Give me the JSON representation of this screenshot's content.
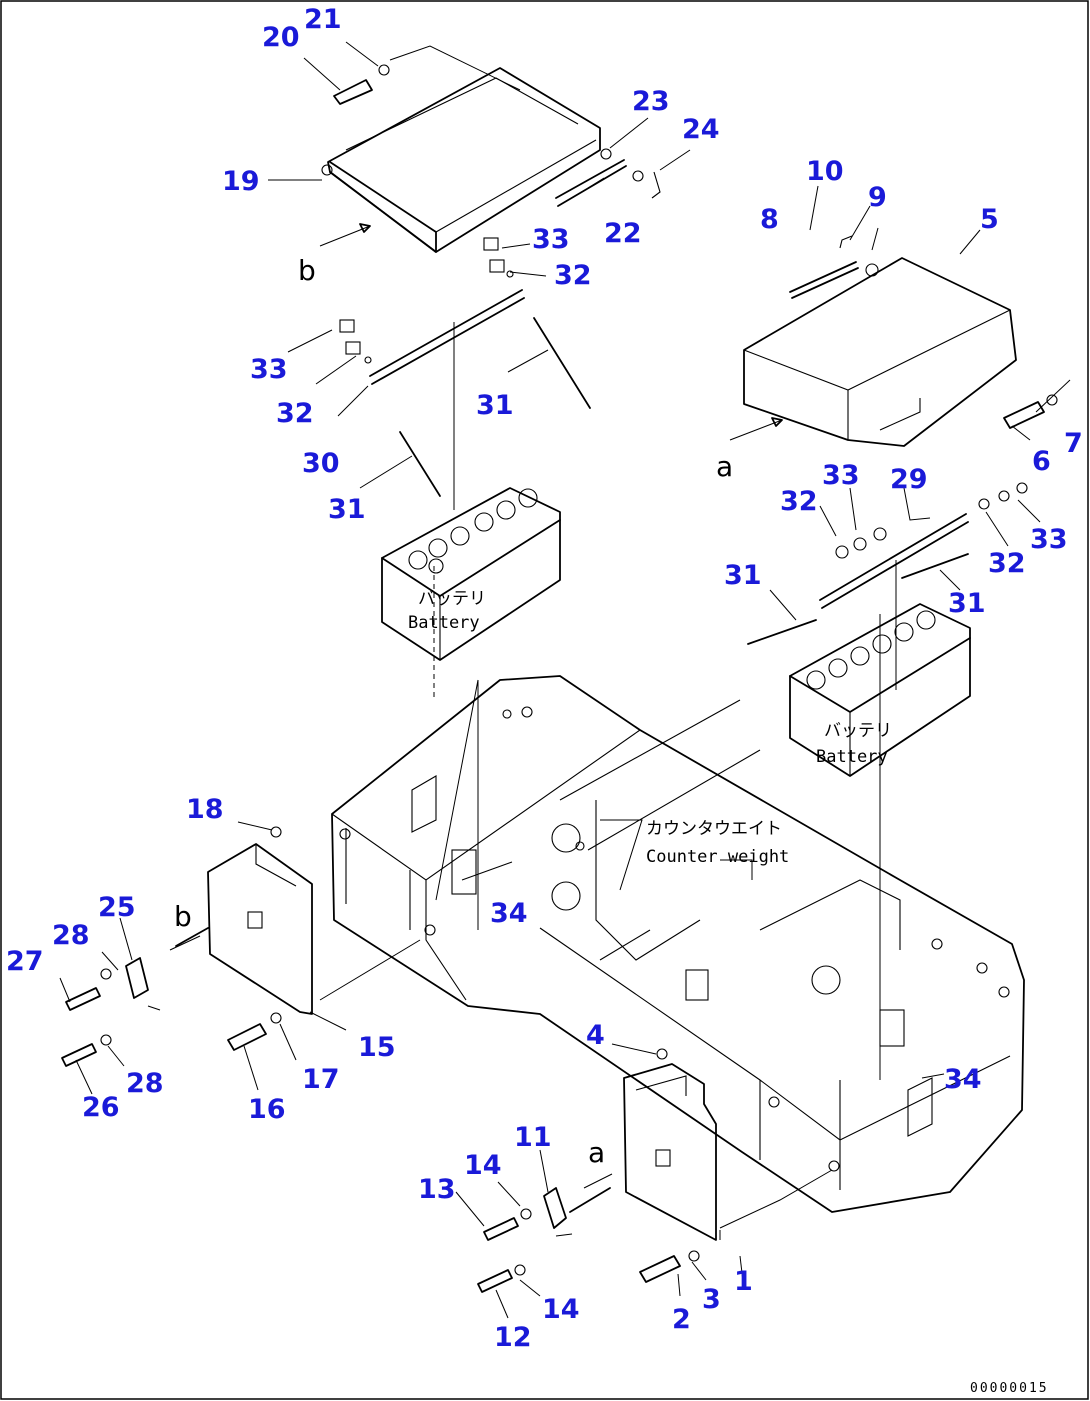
{
  "diagram": {
    "document_code": "00000015",
    "view_letters": {
      "a": "a",
      "b": "b"
    },
    "labels": {
      "battery_left_jp": "バッテリ",
      "battery_left_en": "Battery",
      "battery_right_jp": "バッテリ",
      "battery_right_en": "Battery",
      "counterweight_jp": "カウンタウエイト",
      "counterweight_en": "Counter weight"
    },
    "callouts": {
      "c1": "1",
      "c2": "2",
      "c3": "3",
      "c4": "4",
      "c5": "5",
      "c6": "6",
      "c7": "7",
      "c8": "8",
      "c9": "9",
      "c10": "10",
      "c11": "11",
      "c12": "12",
      "c13": "13",
      "c14a": "14",
      "c14b": "14",
      "c15": "15",
      "c16": "16",
      "c17": "17",
      "c18": "18",
      "c19": "19",
      "c20": "20",
      "c21": "21",
      "c22": "22",
      "c23": "23",
      "c24": "24",
      "c25": "25",
      "c26": "26",
      "c27": "27",
      "c28a": "28",
      "c28b": "28",
      "c29": "29",
      "c30": "30",
      "c31a": "31",
      "c31b": "31",
      "c31c": "31",
      "c31d": "31",
      "c32a": "32",
      "c32b": "32",
      "c32c": "32",
      "c32d": "32",
      "c33a": "33",
      "c33b": "33",
      "c33c": "33",
      "c33d": "33",
      "c34a": "34",
      "c34b": "34"
    }
  }
}
